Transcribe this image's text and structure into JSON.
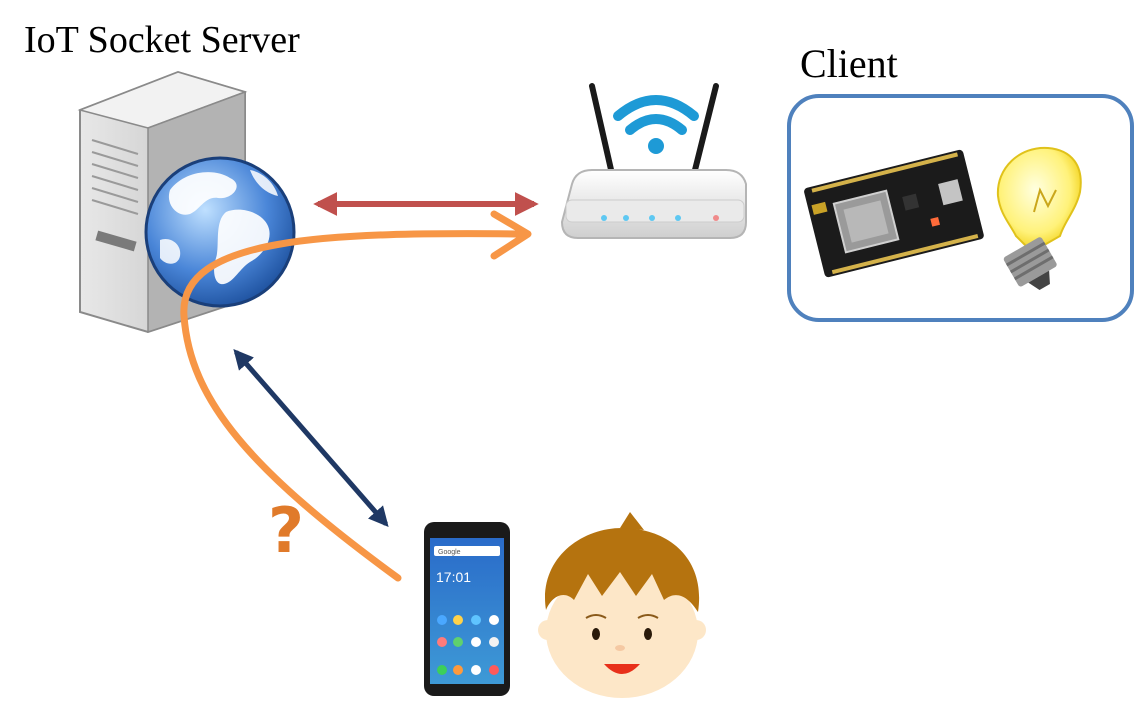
{
  "labels": {
    "server_title": "IoT Socket Server",
    "client_title": "Client",
    "question_mark": "?"
  },
  "phone": {
    "search_brand": "Google",
    "clock": "17:01"
  },
  "colors": {
    "server_router_arrow": "#c0504d",
    "phone_server_arrow": "#1f3864",
    "phone_route_curve": "#f79646",
    "question_mark": "#e07a2a",
    "client_box_border": "#4f81bd"
  },
  "icons": [
    "server-tower-icon",
    "globe-icon",
    "wifi-router-icon",
    "nodemcu-board-icon",
    "light-bulb-icon",
    "smartphone-icon",
    "boy-face-icon"
  ]
}
